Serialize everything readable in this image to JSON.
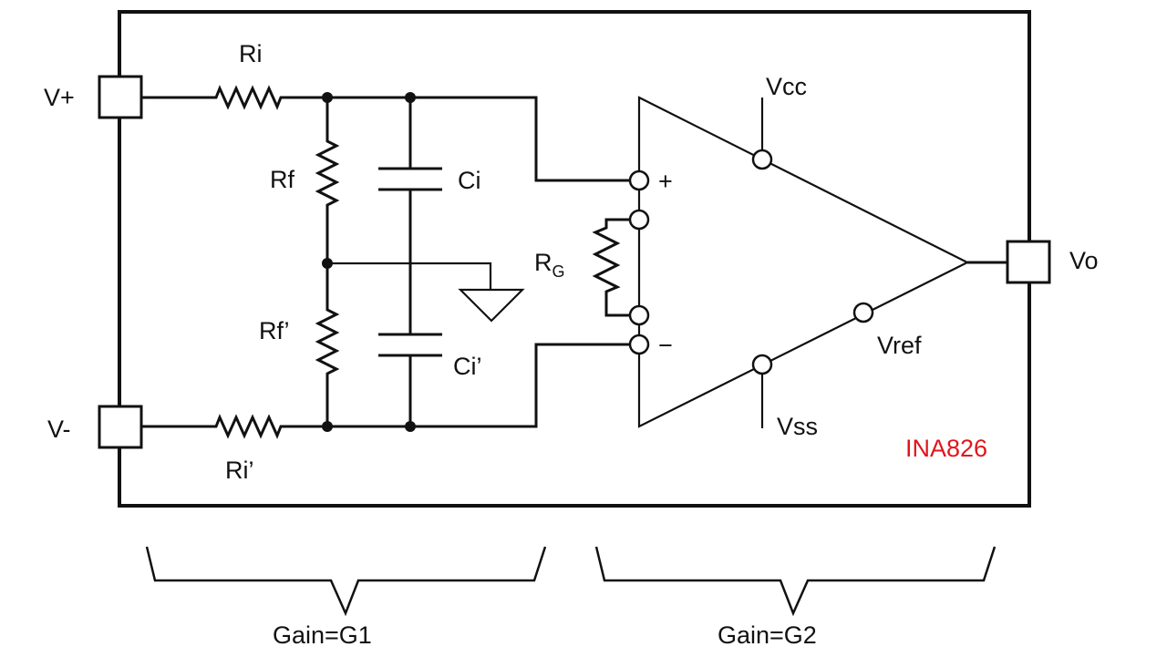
{
  "diagram": {
    "title": "INA826 input filter and instrumentation amplifier",
    "chip_label": "INA826",
    "chip_label_color": "#e0161c",
    "pins": {
      "v_plus": "V+",
      "v_minus": "V-",
      "v_out": "Vo"
    },
    "components": {
      "ri": "Ri",
      "ri_prime": "Ri’",
      "rf": "Rf",
      "rf_prime": "Rf’",
      "ci": "Ci",
      "ci_prime": "Ci’",
      "rg_main": "R",
      "rg_sub": "G"
    },
    "amplifier": {
      "plus_sign": "+",
      "minus_sign": "−",
      "vcc": "Vcc",
      "vss": "Vss",
      "vref": "Vref"
    },
    "stages": [
      {
        "label": "Gain=G1"
      },
      {
        "label": "Gain=G2"
      }
    ]
  }
}
